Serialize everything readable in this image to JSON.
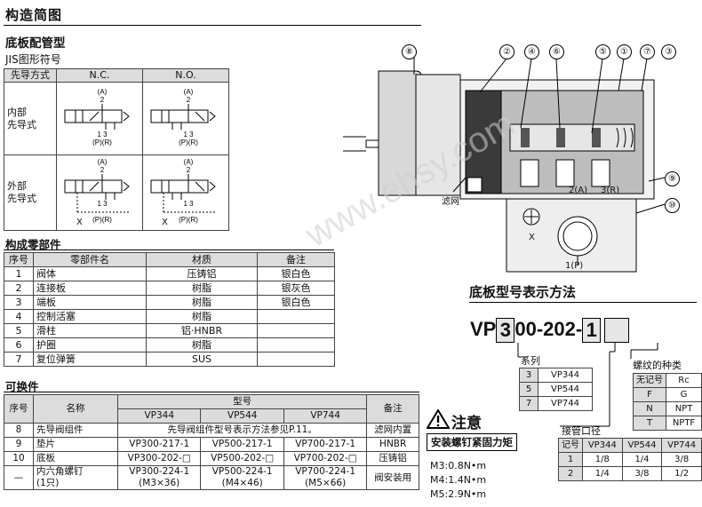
{
  "titles": {
    "main": "构造简图",
    "sub": "底板配管型",
    "jis": "JIS图形符号",
    "parts": "构成零部件",
    "replace": "可换件",
    "model": "底板型号表示方法",
    "caution": "注意"
  },
  "jis_table": {
    "headers": [
      "先导方式",
      "N.C.",
      "N.O."
    ],
    "rows": [
      {
        "label": "内部\n先导式"
      },
      {
        "label": "外部\n先导式"
      }
    ],
    "sym_top": "(A)\n2",
    "sym_bottom": "1  3\n(P)(R)",
    "x_label": "X"
  },
  "parts_table": {
    "headers": [
      "序号",
      "零部件名",
      "材质",
      "备注"
    ],
    "rows": [
      [
        "1",
        "阀体",
        "压铸铝",
        "银白色"
      ],
      [
        "2",
        "连接板",
        "树脂",
        "银灰色"
      ],
      [
        "3",
        "端板",
        "树脂",
        "银白色"
      ],
      [
        "4",
        "控制活塞",
        "树脂",
        ""
      ],
      [
        "5",
        "滑柱",
        "铝·HNBR",
        ""
      ],
      [
        "6",
        "护圈",
        "树脂",
        ""
      ],
      [
        "7",
        "复位弹簧",
        "SUS",
        ""
      ]
    ]
  },
  "replace_table": {
    "headers": {
      "no": "序号",
      "name": "名称",
      "model": "型号",
      "note": "备注"
    },
    "models": [
      "VP344",
      "VP544",
      "VP744"
    ],
    "rows": [
      {
        "no": "8",
        "name": "先导阀组件",
        "span": "先导阀组件型号表示方法参见P.11。",
        "note": "滤网内置"
      },
      {
        "no": "9",
        "name": "垫片",
        "c1": "VP300-217-1",
        "c2": "VP500-217-1",
        "c3": "VP700-217-1",
        "note": "HNBR"
      },
      {
        "no": "10",
        "name": "底板",
        "c1": "VP300-202-□",
        "c2": "VP500-202-□",
        "c3": "VP700-202-□",
        "note": "压铸铝"
      },
      {
        "no": "—",
        "name": "内六角螺钉\n(1只)",
        "c1": "VP300-224-1\n(M3×36)",
        "c2": "VP500-224-1\n(M4×46)",
        "c3": "VP700-224-1\n(M5×66)",
        "note": "阀安装用"
      }
    ]
  },
  "model_code": {
    "prefix": "VP",
    "box1": "3",
    "mid": "00-202-",
    "box2": "1",
    "series_label": "系列",
    "series": [
      [
        "3",
        "VP344"
      ],
      [
        "5",
        "VP544"
      ],
      [
        "7",
        "VP744"
      ]
    ],
    "thread_label": "螺纹的种类",
    "thread": [
      [
        "无记号",
        "Rc"
      ],
      [
        "F",
        "G"
      ],
      [
        "N",
        "NPT"
      ],
      [
        "T",
        "NPTF"
      ]
    ],
    "port_label": "接管口径",
    "port_headers": [
      "记号",
      "VP344",
      "VP544",
      "VP744"
    ],
    "port_rows": [
      [
        "1",
        "1/8",
        "1/4",
        "3/8"
      ],
      [
        "2",
        "1/4",
        "3/8",
        "1/2"
      ]
    ]
  },
  "caution": {
    "box": "安装螺钉紧固力矩",
    "lines": [
      "M3:0.8N•m",
      "M4:1.4N•m",
      "M5:2.9N•m"
    ]
  },
  "diagram": {
    "callouts": [
      "⑧",
      "②",
      "④",
      "⑥",
      "⑤",
      "①",
      "⑦",
      "③",
      "⑨",
      "⑩"
    ],
    "labels": {
      "filter": "滤网",
      "a": "2(A)",
      "r": "3(R)",
      "p": "1(P)",
      "x": "X"
    }
  },
  "watermark": "www.ehsy.com"
}
